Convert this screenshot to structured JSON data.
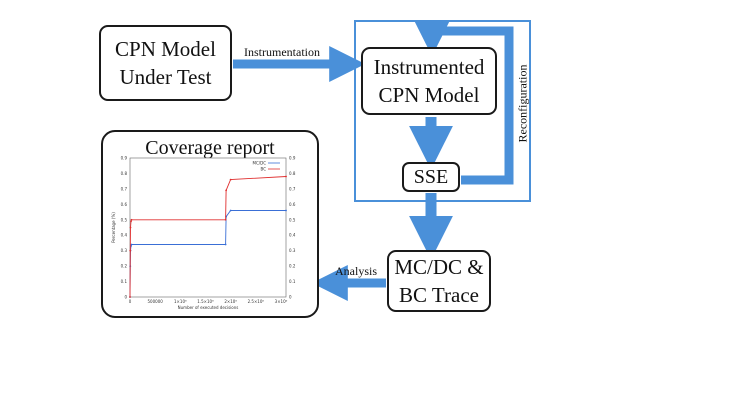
{
  "boxes": {
    "cpn_model": {
      "line1": "CPN Model",
      "line2": "Under Test"
    },
    "instrumented": {
      "line1": "Instrumented",
      "line2": "CPN Model"
    },
    "sse": {
      "label": "SSE"
    },
    "trace": {
      "line1": "MC/DC &",
      "line2": "BC Trace"
    },
    "coverage": {
      "title": "Coverage report"
    }
  },
  "arrows": {
    "instrumentation": "Instrumentation",
    "reconfiguration": "Reconfiguration",
    "analysis": "Analysis"
  },
  "colors": {
    "arrow": "#4a90d9",
    "frame": "#4a90d9",
    "mcdc_series": "#3a6fd6",
    "bc_series": "#e03030"
  },
  "chart_data": {
    "type": "line",
    "xlabel": "Number of executed decisions",
    "ylabel": "Percentage (%)",
    "xlim": [
      0,
      3100000
    ],
    "ylim": [
      0,
      0.9
    ],
    "x_ticks": [
      "0",
      "500000",
      "1×10⁶",
      "1.5×10⁶",
      "2×10⁶",
      "2.5×10⁶",
      "3×10⁶"
    ],
    "y_ticks": [
      "0",
      "0.1",
      "0.2",
      "0.3",
      "0.4",
      "0.5",
      "0.6",
      "0.7",
      "0.8",
      "0.9"
    ],
    "legend_position": "top-right",
    "series": [
      {
        "name": "MC/DC",
        "x": [
          0,
          5000,
          10000,
          20000,
          30000,
          1900000,
          1910000,
          2000000,
          3100000
        ],
        "y": [
          0,
          0.2,
          0.3,
          0.33,
          0.34,
          0.34,
          0.52,
          0.56,
          0.56
        ]
      },
      {
        "name": "BC",
        "x": [
          0,
          5000,
          10000,
          20000,
          30000,
          1900000,
          1910000,
          2000000,
          3100000
        ],
        "y": [
          0,
          0.3,
          0.45,
          0.49,
          0.5,
          0.5,
          0.69,
          0.76,
          0.78
        ]
      }
    ]
  }
}
